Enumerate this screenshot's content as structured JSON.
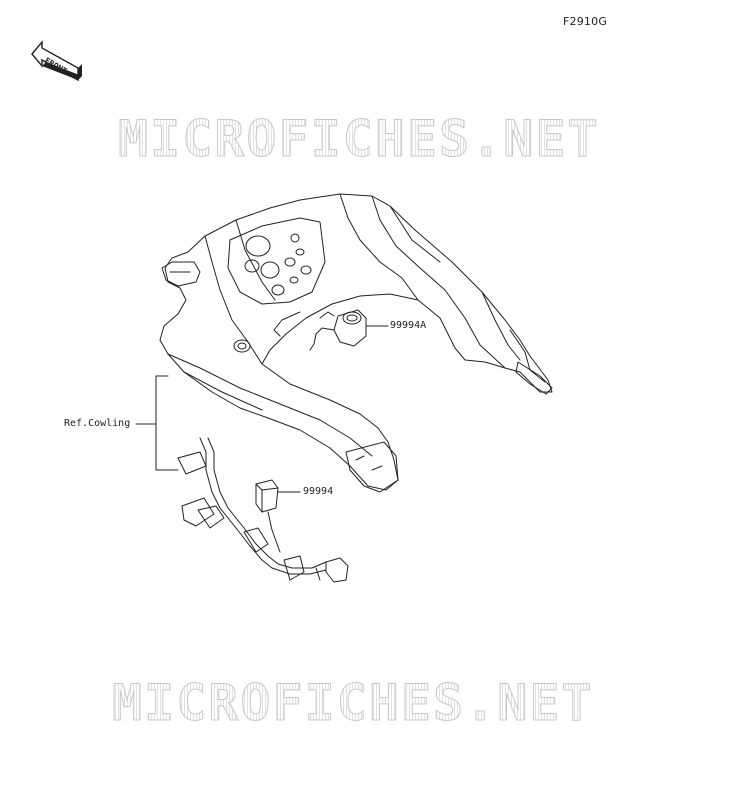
{
  "diagram": {
    "code": "F2910G",
    "front_label": "FRONT",
    "watermark": "MICROFICHES.NET",
    "callouts": {
      "ref_cowling": "Ref.Cowling",
      "socket_part": "99994A",
      "harness_part": "99994"
    },
    "colors": {
      "line": "#222222",
      "watermark": "#c9c9c9"
    }
  }
}
